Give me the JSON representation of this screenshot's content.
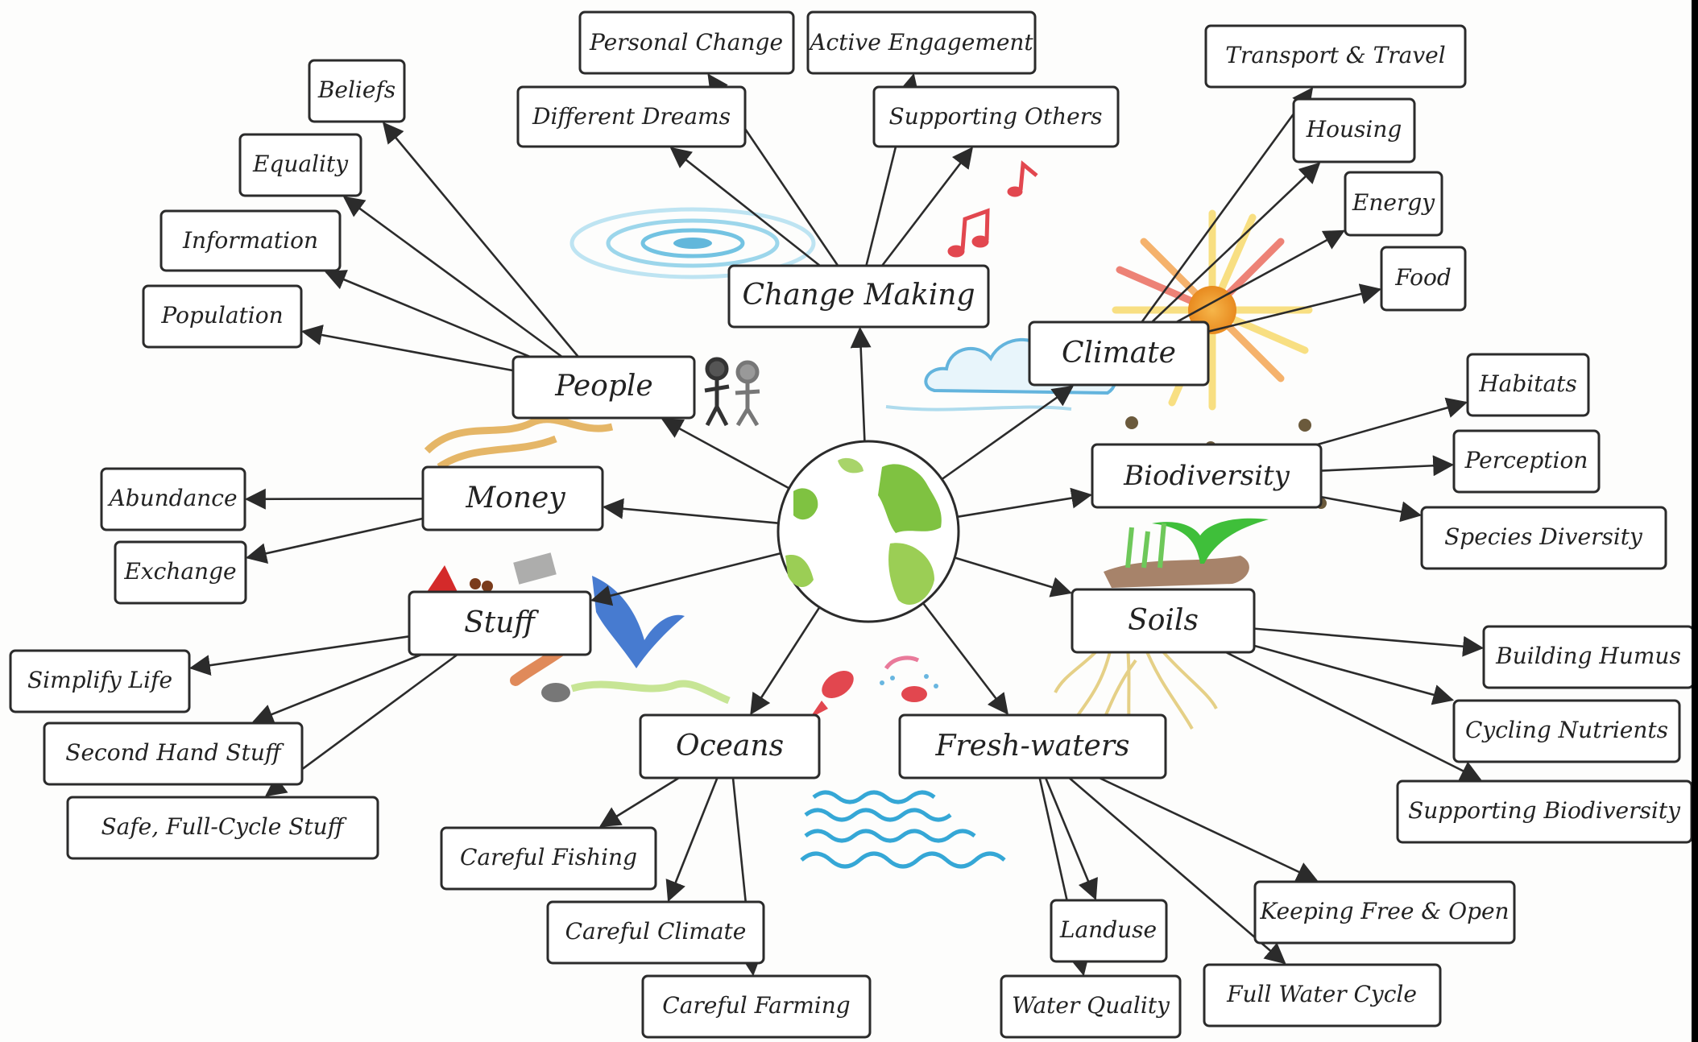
{
  "center": "globe",
  "nodes": [
    {
      "id": "change-making",
      "label": "Change Making",
      "tier": "main"
    },
    {
      "id": "people",
      "label": "People",
      "tier": "main"
    },
    {
      "id": "money",
      "label": "Money",
      "tier": "main"
    },
    {
      "id": "stuff",
      "label": "Stuff",
      "tier": "main"
    },
    {
      "id": "oceans",
      "label": "Oceans",
      "tier": "main"
    },
    {
      "id": "fresh-waters",
      "label": "Fresh-waters",
      "tier": "main"
    },
    {
      "id": "soils",
      "label": "Soils",
      "tier": "main"
    },
    {
      "id": "biodiversity",
      "label": "Biodiversity",
      "tier": "main"
    },
    {
      "id": "climate",
      "label": "Climate",
      "tier": "main"
    },
    {
      "id": "personal-change",
      "label": "Personal Change",
      "parent": "change-making"
    },
    {
      "id": "active-engagement",
      "label": "Active Engagement",
      "parent": "change-making"
    },
    {
      "id": "different-dreams",
      "label": "Different Dreams",
      "parent": "change-making"
    },
    {
      "id": "supporting-others",
      "label": "Supporting Others",
      "parent": "change-making"
    },
    {
      "id": "beliefs",
      "label": "Beliefs",
      "parent": "people"
    },
    {
      "id": "equality",
      "label": "Equality",
      "parent": "people"
    },
    {
      "id": "information",
      "label": "Information",
      "parent": "people"
    },
    {
      "id": "population",
      "label": "Population",
      "parent": "people"
    },
    {
      "id": "abundance",
      "label": "Abundance",
      "parent": "money"
    },
    {
      "id": "exchange",
      "label": "Exchange",
      "parent": "money"
    },
    {
      "id": "simplify-life",
      "label": "Simplify Life",
      "parent": "stuff"
    },
    {
      "id": "second-hand-stuff",
      "label": "Second Hand Stuff",
      "parent": "stuff"
    },
    {
      "id": "safe-full-cycle-stuff",
      "label": "Safe, Full-Cycle Stuff",
      "parent": "stuff"
    },
    {
      "id": "careful-fishing",
      "label": "Careful Fishing",
      "parent": "oceans"
    },
    {
      "id": "careful-climate",
      "label": "Careful Climate",
      "parent": "oceans"
    },
    {
      "id": "careful-farming",
      "label": "Careful Farming",
      "parent": "oceans"
    },
    {
      "id": "landuse",
      "label": "Landuse",
      "parent": "fresh-waters"
    },
    {
      "id": "water-quality",
      "label": "Water Quality",
      "parent": "fresh-waters"
    },
    {
      "id": "keeping-free-open",
      "label": "Keeping Free & Open",
      "parent": "fresh-waters"
    },
    {
      "id": "full-water-cycle",
      "label": "Full Water Cycle",
      "parent": "fresh-waters"
    },
    {
      "id": "building-humus",
      "label": "Building Humus",
      "parent": "soils"
    },
    {
      "id": "cycling-nutrients",
      "label": "Cycling Nutrients",
      "parent": "soils"
    },
    {
      "id": "supporting-biodiversity",
      "label": "Supporting Biodiversity",
      "parent": "soils"
    },
    {
      "id": "habitats",
      "label": "Habitats",
      "parent": "biodiversity"
    },
    {
      "id": "perception",
      "label": "Perception",
      "parent": "biodiversity"
    },
    {
      "id": "species-diversity",
      "label": "Species Diversity",
      "parent": "biodiversity"
    },
    {
      "id": "transport-travel",
      "label": "Transport & Travel",
      "parent": "climate"
    },
    {
      "id": "housing",
      "label": "Housing",
      "parent": "climate"
    },
    {
      "id": "energy",
      "label": "Energy",
      "parent": "climate"
    },
    {
      "id": "food",
      "label": "Food",
      "parent": "climate"
    }
  ],
  "edges": [
    {
      "from": "globe",
      "to": "change-making"
    },
    {
      "from": "globe",
      "to": "people"
    },
    {
      "from": "globe",
      "to": "money"
    },
    {
      "from": "globe",
      "to": "stuff"
    },
    {
      "from": "globe",
      "to": "oceans"
    },
    {
      "from": "globe",
      "to": "fresh-waters"
    },
    {
      "from": "globe",
      "to": "soils"
    },
    {
      "from": "globe",
      "to": "biodiversity"
    },
    {
      "from": "globe",
      "to": "climate"
    },
    {
      "from": "change-making",
      "to": "personal-change"
    },
    {
      "from": "change-making",
      "to": "active-engagement"
    },
    {
      "from": "change-making",
      "to": "different-dreams"
    },
    {
      "from": "change-making",
      "to": "supporting-others"
    },
    {
      "from": "people",
      "to": "beliefs"
    },
    {
      "from": "people",
      "to": "equality"
    },
    {
      "from": "people",
      "to": "information"
    },
    {
      "from": "people",
      "to": "population"
    },
    {
      "from": "money",
      "to": "abundance"
    },
    {
      "from": "money",
      "to": "exchange"
    },
    {
      "from": "stuff",
      "to": "simplify-life"
    },
    {
      "from": "stuff",
      "to": "second-hand-stuff"
    },
    {
      "from": "stuff",
      "to": "safe-full-cycle-stuff"
    },
    {
      "from": "oceans",
      "to": "careful-fishing"
    },
    {
      "from": "oceans",
      "to": "careful-climate"
    },
    {
      "from": "oceans",
      "to": "careful-farming"
    },
    {
      "from": "fresh-waters",
      "to": "landuse"
    },
    {
      "from": "fresh-waters",
      "to": "water-quality"
    },
    {
      "from": "fresh-waters",
      "to": "keeping-free-open"
    },
    {
      "from": "fresh-waters",
      "to": "full-water-cycle"
    },
    {
      "from": "soils",
      "to": "building-humus"
    },
    {
      "from": "soils",
      "to": "cycling-nutrients"
    },
    {
      "from": "soils",
      "to": "supporting-biodiversity"
    },
    {
      "from": "biodiversity",
      "to": "habitats"
    },
    {
      "from": "biodiversity",
      "to": "perception"
    },
    {
      "from": "biodiversity",
      "to": "species-diversity"
    },
    {
      "from": "climate",
      "to": "transport-travel"
    },
    {
      "from": "climate",
      "to": "housing"
    },
    {
      "from": "climate",
      "to": "energy"
    },
    {
      "from": "climate",
      "to": "food"
    }
  ],
  "icons": [
    "globe-icon",
    "people-icon",
    "euro-icon",
    "sun-icon",
    "cloud-icon",
    "music-notes-icon",
    "whirlpool-icon",
    "fish-icon",
    "waves-icon",
    "roots-icon",
    "sprout-icon",
    "bee-icon",
    "rope-icon",
    "junk-icon",
    "bird-icon"
  ],
  "colors": {
    "outline": "#2b2b2b",
    "box_fill": "#ffffff",
    "paper": "#fdfdfc",
    "land": "#7fc241",
    "ocean": "#ffffff",
    "sun": "#f19a2a",
    "water": "#35a7d6",
    "fish": "#e2474f"
  }
}
